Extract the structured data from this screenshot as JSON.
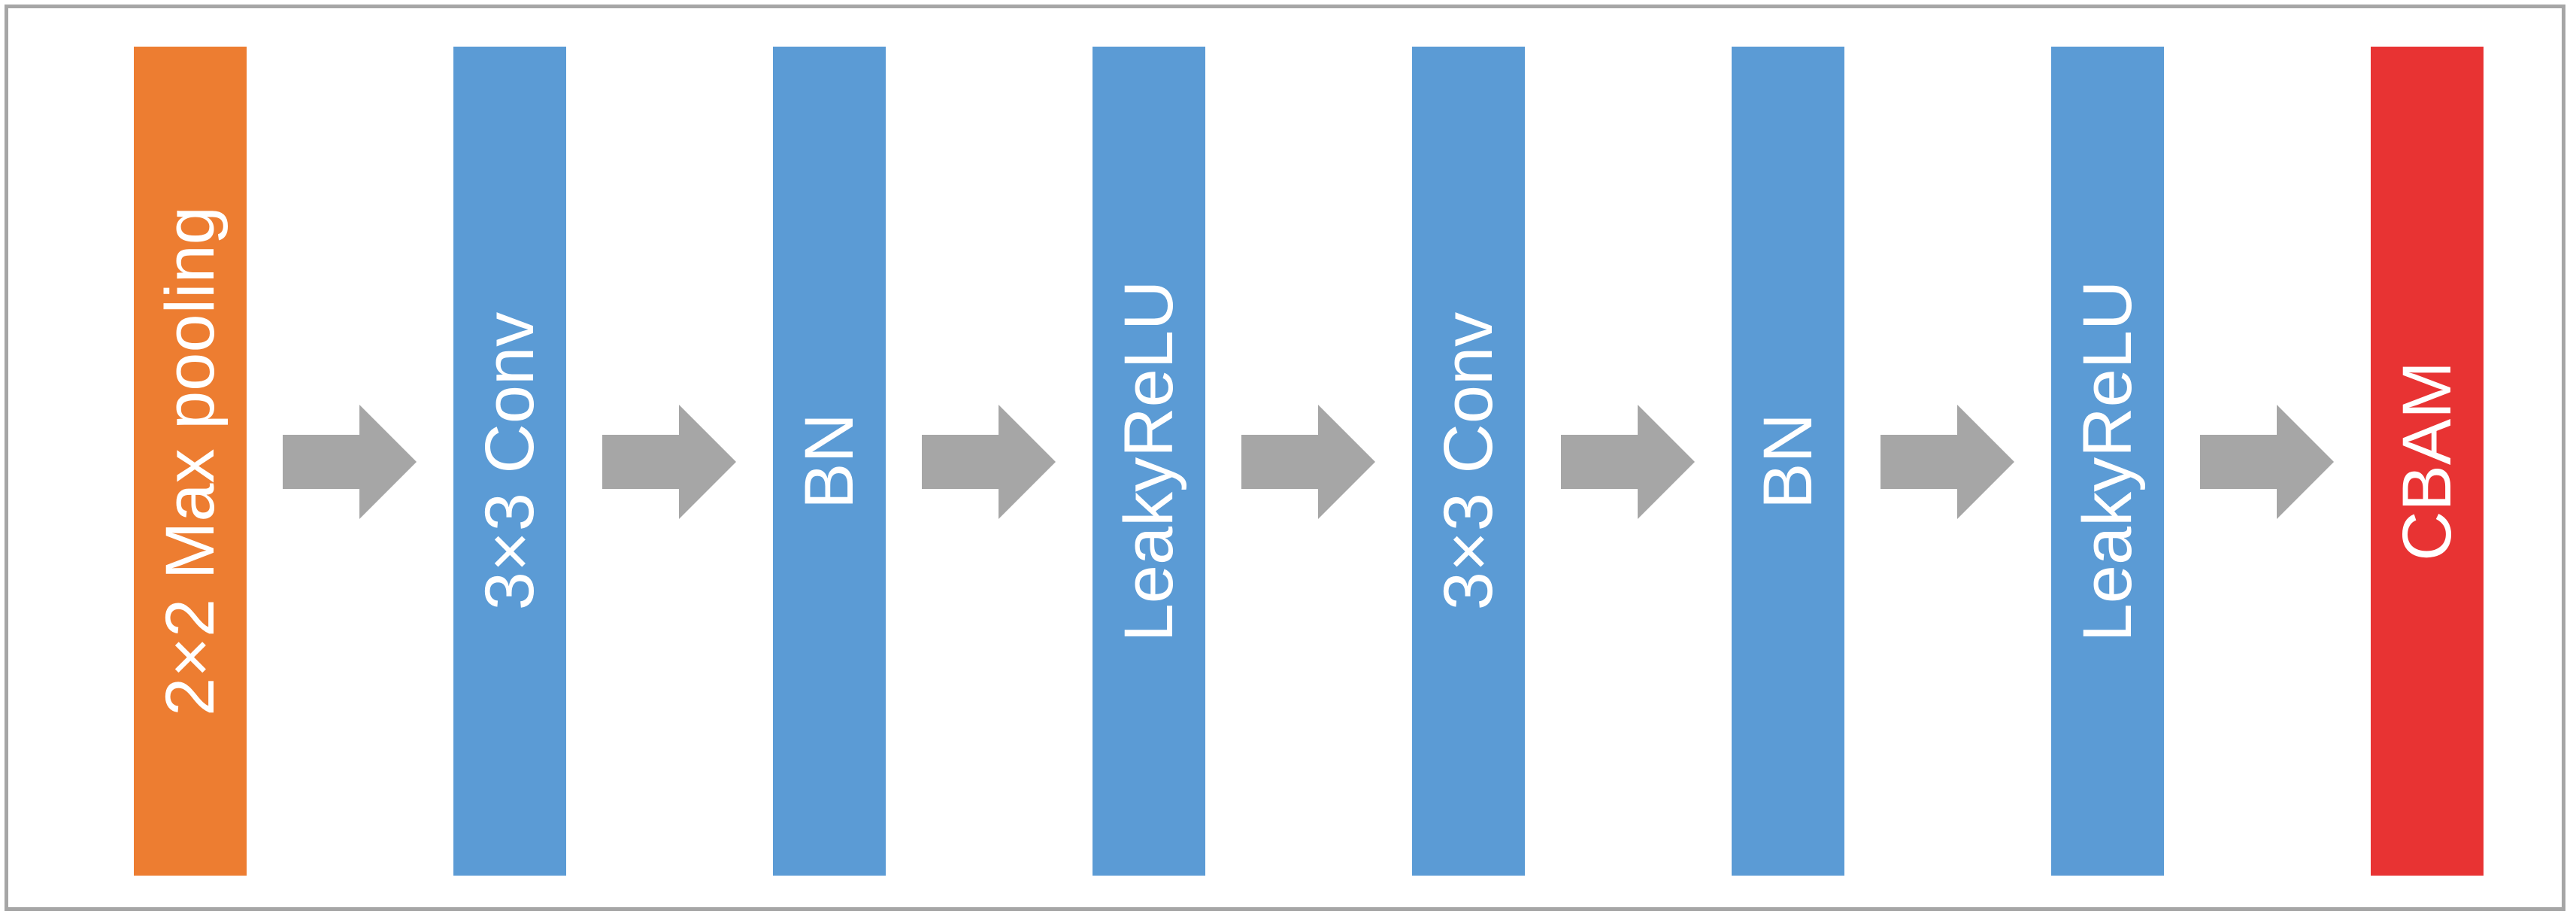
{
  "colors": {
    "orange": "#ED7D31",
    "blue": "#5B9BD5",
    "red": "#E83333",
    "arrow": "#A6A6A6",
    "border": "#A6A6A6",
    "text": "#FFFFFF"
  },
  "blocks": [
    {
      "label": "2×2 Max pooling",
      "color": "#ED7D31"
    },
    {
      "label": "3×3 Conv",
      "color": "#5B9BD5"
    },
    {
      "label": "BN",
      "color": "#5B9BD5"
    },
    {
      "label": "LeakyReLU",
      "color": "#5B9BD5"
    },
    {
      "label": "3×3 Conv",
      "color": "#5B9BD5"
    },
    {
      "label": "BN",
      "color": "#5B9BD5"
    },
    {
      "label": "LeakyReLU",
      "color": "#5B9BD5"
    },
    {
      "label": "CBAM",
      "color": "#E83333"
    }
  ],
  "arrows": [
    {
      "icon": "right-arrow-icon"
    },
    {
      "icon": "right-arrow-icon"
    },
    {
      "icon": "right-arrow-icon"
    },
    {
      "icon": "right-arrow-icon"
    },
    {
      "icon": "right-arrow-icon"
    },
    {
      "icon": "right-arrow-icon"
    },
    {
      "icon": "right-arrow-icon"
    }
  ]
}
